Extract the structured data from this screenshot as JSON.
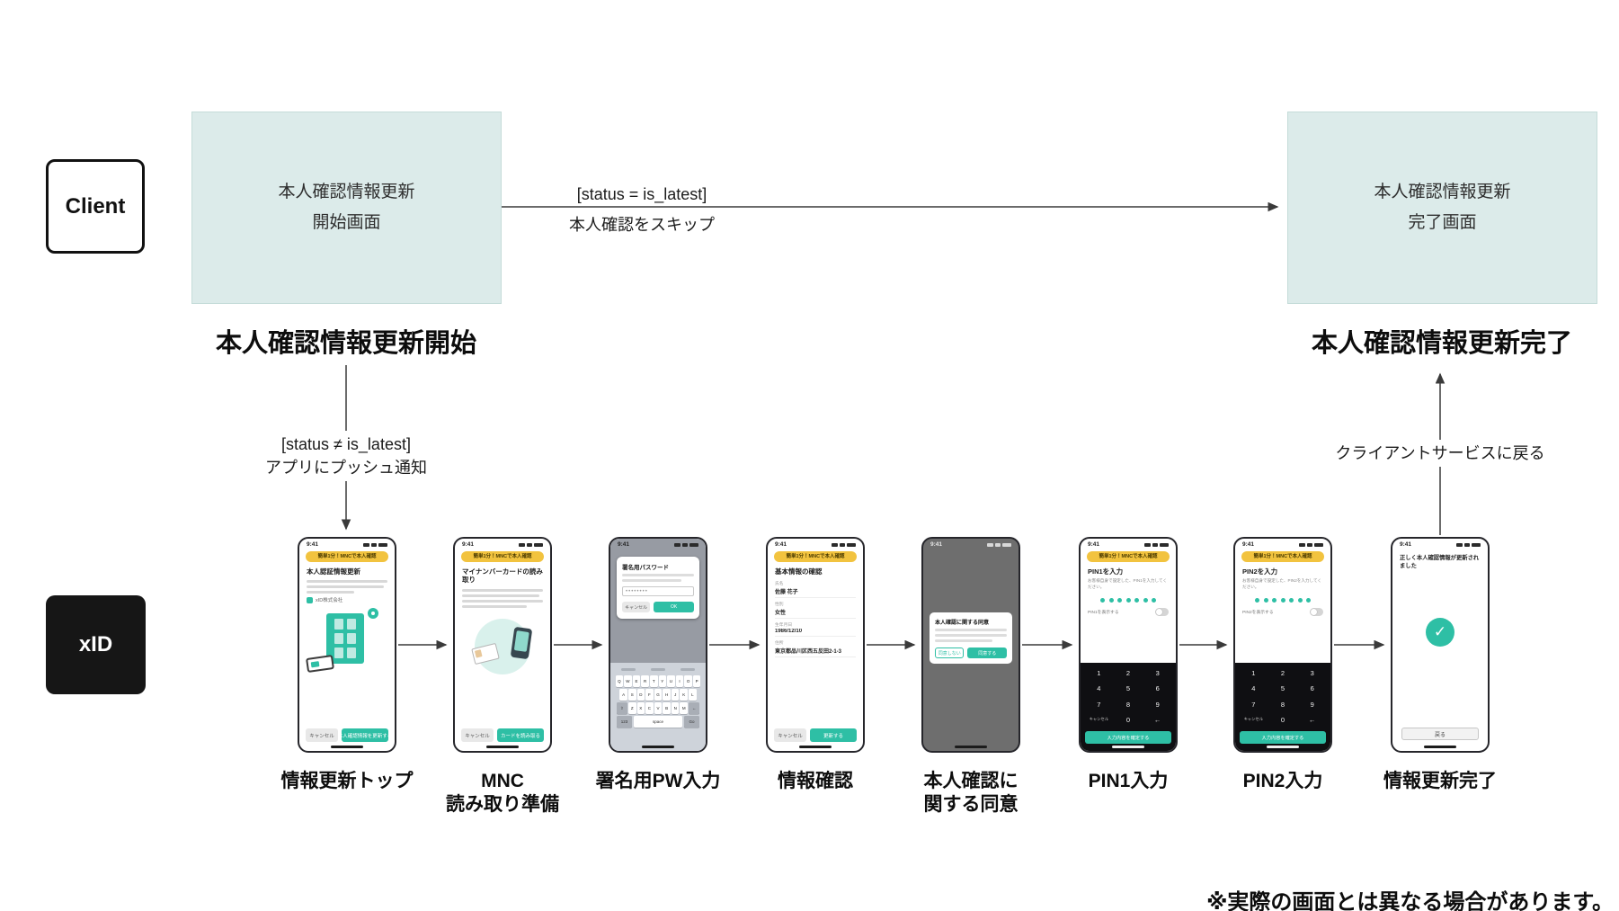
{
  "diagram": {
    "disclaimer": "※実際の画面とは異なる場合があります。",
    "lanes": {
      "client": "Client",
      "xid": "xID"
    },
    "start_box": {
      "line1": "本人確認情報更新",
      "line2": "開始画面"
    },
    "end_box": {
      "line1": "本人確認情報更新",
      "line2": "完了画面"
    },
    "start_title": "本人確認情報更新開始",
    "end_title": "本人確認情報更新完了",
    "edges": {
      "skip_line1": "[status = is_latest]",
      "skip_line2": "本人確認をスキップ",
      "push_line1": "[status ≠ is_latest]",
      "push_line2": "アプリにプッシュ通知",
      "return_label": "クライアントサービスに戻る"
    }
  },
  "colors": {
    "accent": "#2EBFA5",
    "banner": "#F2C33F",
    "box_fill": "#DCEBEA"
  },
  "common": {
    "time": "9:41",
    "banner": "簡単1分！MNCで本人確認",
    "cancel": "キャンセル"
  },
  "phones": {
    "update_top": {
      "caption": "情報更新トップ",
      "title": "本人認証情報更新",
      "logo": "xID株式会社",
      "primary": "本人確認情報を更新する"
    },
    "mnc_prepare": {
      "caption_line1": "MNC",
      "caption_line2": "読み取り準備",
      "title": "マイナンバーカードの読み取り",
      "primary": "カードを読み取る"
    },
    "sign_pw": {
      "caption": "署名用PW入力",
      "modal_title": "署名用パスワード",
      "input_value": "••••••••",
      "ok": "OK",
      "kb_row1": "Q W E R T Y U I O P",
      "kb_row2": "A S D F G H J K L",
      "kb_row3": "⇧ Z X C V B N M ←",
      "kb_left": "123",
      "kb_space": "space",
      "kb_right": "Go"
    },
    "info_confirm": {
      "caption": "情報確認",
      "title": "基本情報の確認",
      "fields": [
        {
          "label": "氏名",
          "value": "佐藤 花子"
        },
        {
          "label": "性別",
          "value": "女性"
        },
        {
          "label": "生年月日",
          "value": "1986/12/10"
        },
        {
          "label": "住所",
          "value": "東京都品川区西五反田2-1-3"
        }
      ],
      "primary": "更新する"
    },
    "consent": {
      "caption_line1": "本人確認に",
      "caption_line2": "関する同意",
      "modal_title": "本人確認に関する同意",
      "decline": "同意しない",
      "accept": "同意する"
    },
    "pin1": {
      "caption": "PIN1入力",
      "title": "PIN1を入力",
      "subtitle": "お客様自身で設定した、PIN1を入力してください。",
      "toggle": "PIN1を表示する",
      "keys": "1 2 3 4 5 6 7 8 9 キャンセル 0 ←",
      "confirm": "入力内容を確定する"
    },
    "pin2": {
      "caption": "PIN2入力",
      "title": "PIN2を入力",
      "subtitle": "お客様自身で設定した、PIN2を入力してください。",
      "toggle": "PIN2を表示する",
      "keys": "1 2 3 4 5 6 7 8 9 キャンセル 0 ←",
      "confirm": "入力内容を確定する"
    },
    "complete": {
      "caption": "情報更新完了",
      "message": "正しく本人確認情報が更新されました",
      "back": "戻る"
    }
  },
  "icons": {
    "check": "✓"
  }
}
